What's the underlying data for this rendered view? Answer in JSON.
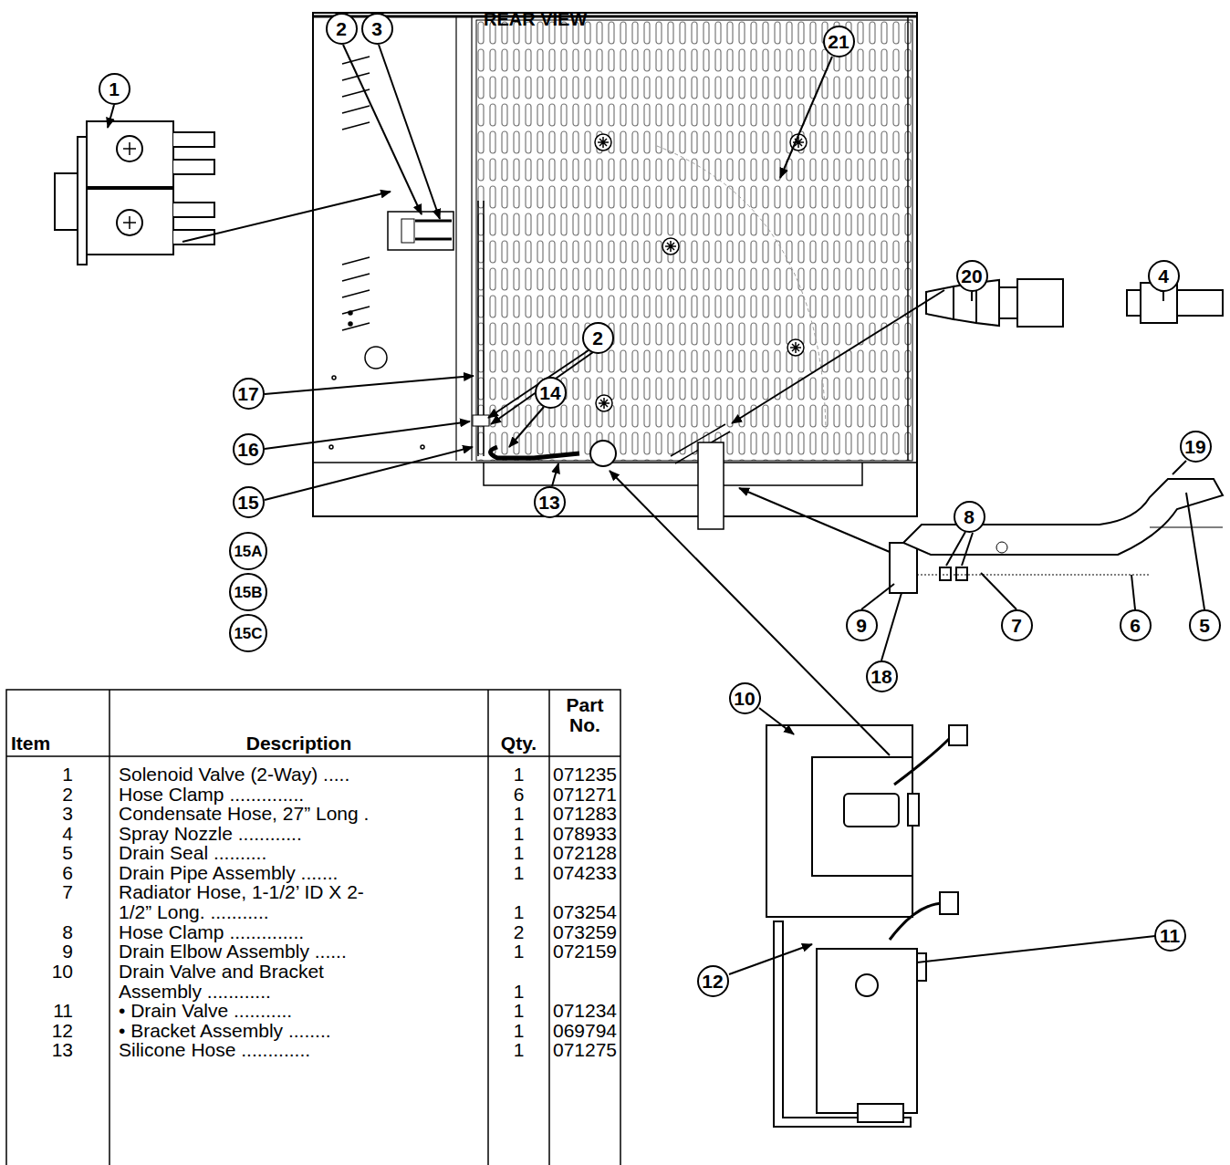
{
  "diagram": {
    "labels": [
      "2",
      "3",
      "REAR VIEW",
      "21",
      "1",
      "20",
      "4",
      "2",
      "14",
      "17",
      "16",
      "15",
      "15A",
      "15B",
      "15C",
      "13",
      "8",
      "19",
      "9",
      "7",
      "6",
      "5",
      "18",
      "10",
      "12",
      "11",
      "Item",
      "Description",
      "Qty.",
      "Part No.",
      "1",
      "Solenoid Valve (2-Way) .....",
      "1",
      "071235",
      "2",
      "Hose Clamp ..............",
      "6",
      "071271",
      "3",
      "Condensate Hose, 27” Long .",
      "1",
      "071283",
      "4",
      "Spray Nozzle ............",
      "1",
      "078933",
      "5",
      "Drain Seal ..........",
      "1",
      "072128",
      "6",
      "Drain Pipe Assembly .......",
      "1",
      "074233",
      "7",
      "Radiator Hose, 1-1/2’ ID X 2-1/2” Long. ...........",
      "1",
      "073254",
      "8",
      "Hose Clamp ..............",
      "2",
      "073259",
      "9",
      "Drain Elbow Assembly ......",
      "1",
      "072159",
      "10",
      "Drain Valve and Bracket Assembly ............",
      "1",
      "11",
      "• Drain Valve ...........",
      "1",
      "071234",
      "12",
      "• Bracket Assembly ........",
      "1",
      "069794",
      "13",
      "Silicone Hose .............",
      "1",
      "071275"
    ]
  }
}
